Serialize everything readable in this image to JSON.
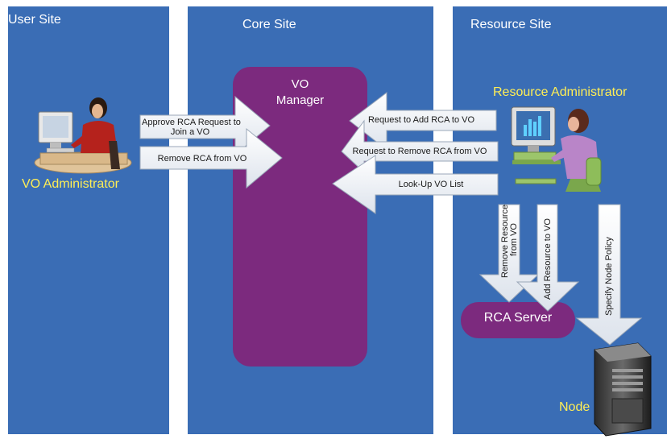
{
  "panels": {
    "user_site": "User Site",
    "core_site": "Core Site",
    "resource_site": "Resource Site"
  },
  "boxes": {
    "vo_manager_line1": "VO",
    "vo_manager_line2": "Manager",
    "rca_server": "RCA Server"
  },
  "actors": {
    "vo_administrator": "VO Administrator",
    "resource_administrator": "Resource Administrator",
    "node": "Node"
  },
  "arrows": {
    "approve_line1": "Approve RCA Request to",
    "approve_line2": "Join a VO",
    "remove_rca": "Remove RCA from VO",
    "request_add": "Request to Add RCA to VO",
    "request_remove": "Request to Remove RCA from VO",
    "lookup": "Look-Up VO List",
    "remove_resource_line1": "Remove Resource",
    "remove_resource_line2": "from VO",
    "add_resource": "Add Resource to VO",
    "specify_policy": "Specify Node Policy"
  },
  "colors": {
    "panel": "#3a6db5",
    "box": "#7c2a7e",
    "actor_label": "#ffee55"
  }
}
